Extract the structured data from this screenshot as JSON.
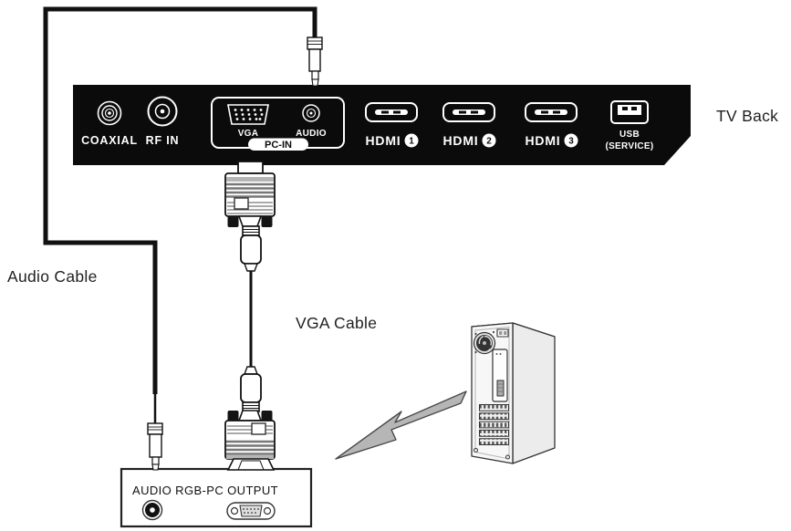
{
  "diagram": {
    "labels": {
      "tv_back": "TV Back",
      "audio_cable": "Audio Cable",
      "vga_cable": "VGA Cable"
    },
    "tv_panel": {
      "ports": {
        "coaxial": "COAXIAL",
        "rf_in": "RF IN",
        "vga": "VGA",
        "audio": "AUDIO",
        "pc_in": "PC-IN",
        "hdmi1": {
          "label": "HDMI",
          "number": "1"
        },
        "hdmi2": {
          "label": "HDMI",
          "number": "2"
        },
        "hdmi3": {
          "label": "HDMI",
          "number": "3"
        },
        "usb_line1": "USB",
        "usb_line2": "(SERVICE)"
      }
    },
    "pc_output_box": {
      "label": "AUDIO RGB-PC OUTPUT"
    },
    "colors": {
      "panel": "#0b0b0b",
      "panel_text": "#ffffff",
      "cable": "#111111",
      "arrow_fill": "#b6b6b6",
      "box_border": "#222222",
      "tower_face": "#f7f7f7",
      "label_text": "#1f1f1f"
    }
  }
}
